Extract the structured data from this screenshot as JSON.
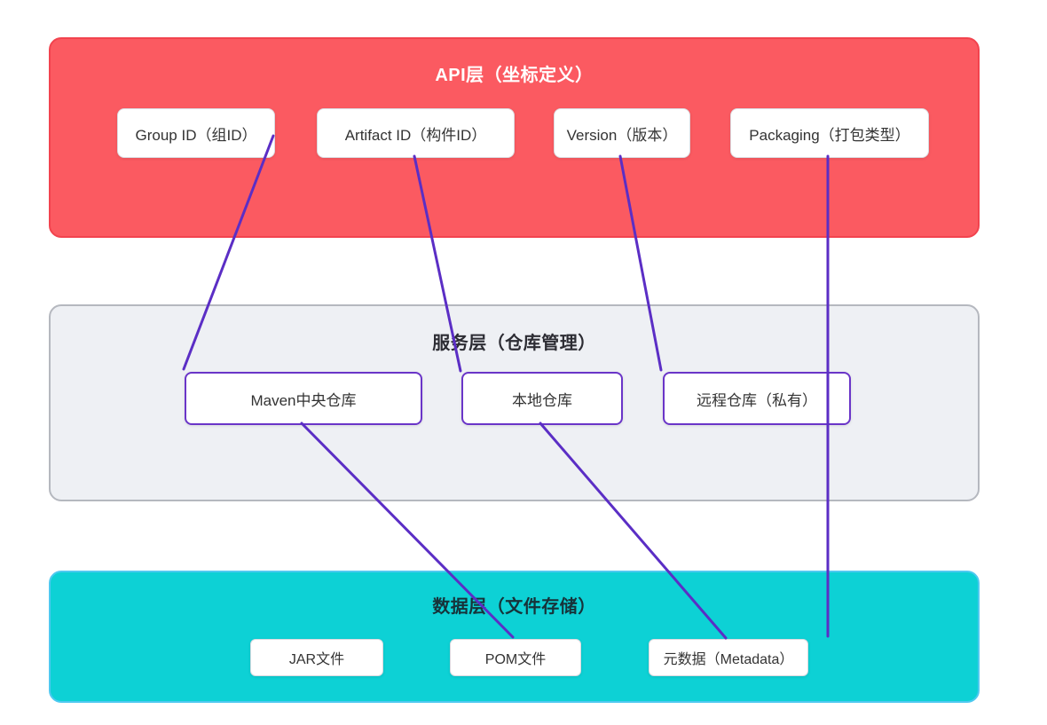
{
  "layers": {
    "api": {
      "title": "API层（坐标定义）",
      "fill": "#FB5A61",
      "border": "#F2434E",
      "boxes": [
        {
          "label": "Group ID（组ID）"
        },
        {
          "label": "Artifact ID（构件ID）"
        },
        {
          "label": "Version（版本）"
        },
        {
          "label": "Packaging（打包类型）"
        }
      ]
    },
    "service": {
      "title": "服务层（仓库管理）",
      "fill": "#EEF0F4",
      "border": "#B5B8BF",
      "boxes": [
        {
          "label": "Maven中央仓库"
        },
        {
          "label": "本地仓库"
        },
        {
          "label": "远程仓库（私有）"
        }
      ]
    },
    "data": {
      "title": "数据层（文件存储）",
      "fill": "#0DD1D5",
      "border": "#4EC9F0",
      "boxes": [
        {
          "label": "JAR文件"
        },
        {
          "label": "POM文件"
        },
        {
          "label": "元数据（Metadata）"
        }
      ]
    }
  },
  "connections": [
    {
      "from": "Group ID（组ID）",
      "to": "Maven中央仓库"
    },
    {
      "from": "Artifact ID（构件ID）",
      "to": "本地仓库"
    },
    {
      "from": "Version（版本）",
      "to": "远程仓库（私有）"
    },
    {
      "from": "Packaging（打包类型）",
      "to": "元数据（Metadata）"
    },
    {
      "from": "Maven中央仓库",
      "to": "POM文件"
    },
    {
      "from": "本地仓库",
      "to": "元数据（Metadata）"
    }
  ],
  "connection_color": "#5B2EC5"
}
